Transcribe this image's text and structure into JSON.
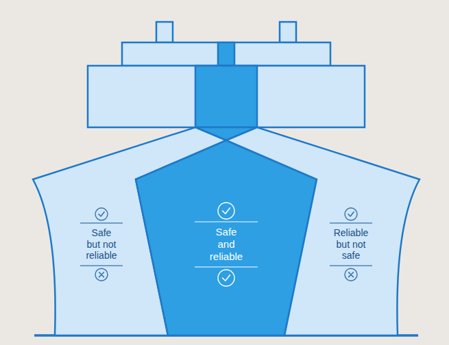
{
  "diagram": {
    "nodes": [
      {
        "text": [
          "Safe but not reliable"
        ]
      },
      {
        "text": [
          "Safe and reliable"
        ]
      },
      {
        "text": [
          "Reliable but not safe"
        ]
      }
    ]
  }
}
